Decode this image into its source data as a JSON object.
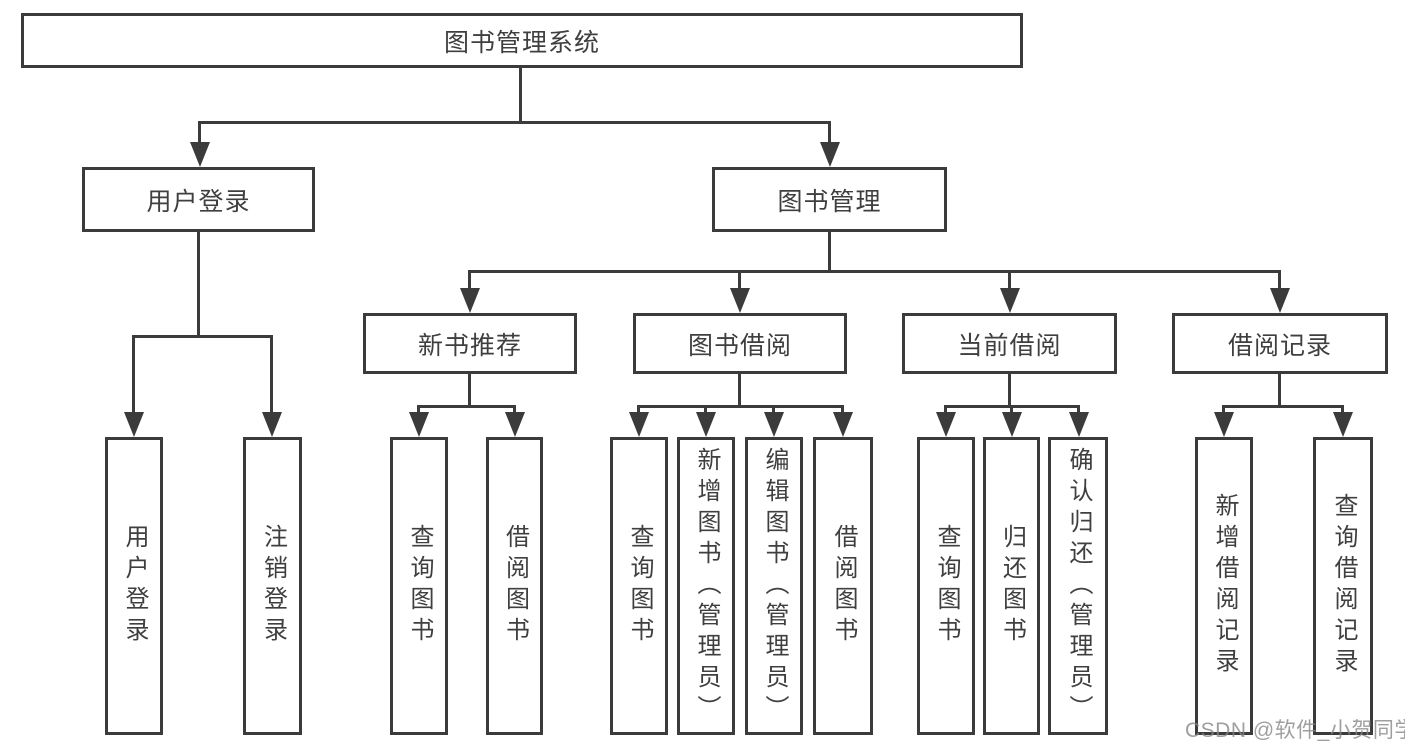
{
  "tree": {
    "label": "图书管理系统",
    "children": [
      {
        "label": "用户登录",
        "children": [
          {
            "label": "用户登录"
          },
          {
            "label": "注销登录"
          }
        ]
      },
      {
        "label": "图书管理",
        "children": [
          {
            "label": "新书推荐",
            "children": [
              {
                "label": "查询图书"
              },
              {
                "label": "借阅图书"
              }
            ]
          },
          {
            "label": "图书借阅",
            "children": [
              {
                "label": "查询图书"
              },
              {
                "label": "新增图书（管理员）"
              },
              {
                "label": "编辑图书（管理员）"
              },
              {
                "label": "借阅图书"
              }
            ]
          },
          {
            "label": "当前借阅",
            "children": [
              {
                "label": "查询图书"
              },
              {
                "label": "归还图书"
              },
              {
                "label": "确认归还（管理员）"
              }
            ]
          },
          {
            "label": "借阅记录",
            "children": [
              {
                "label": "新增借阅记录"
              },
              {
                "label": "查询借阅记录"
              }
            ]
          }
        ]
      }
    ]
  },
  "watermark": {
    "text": "CSDN @软件_小贺同学"
  },
  "colors": {
    "stroke": "#3b3b3b",
    "text": "#3f3f3f",
    "watermark": "#878787"
  }
}
